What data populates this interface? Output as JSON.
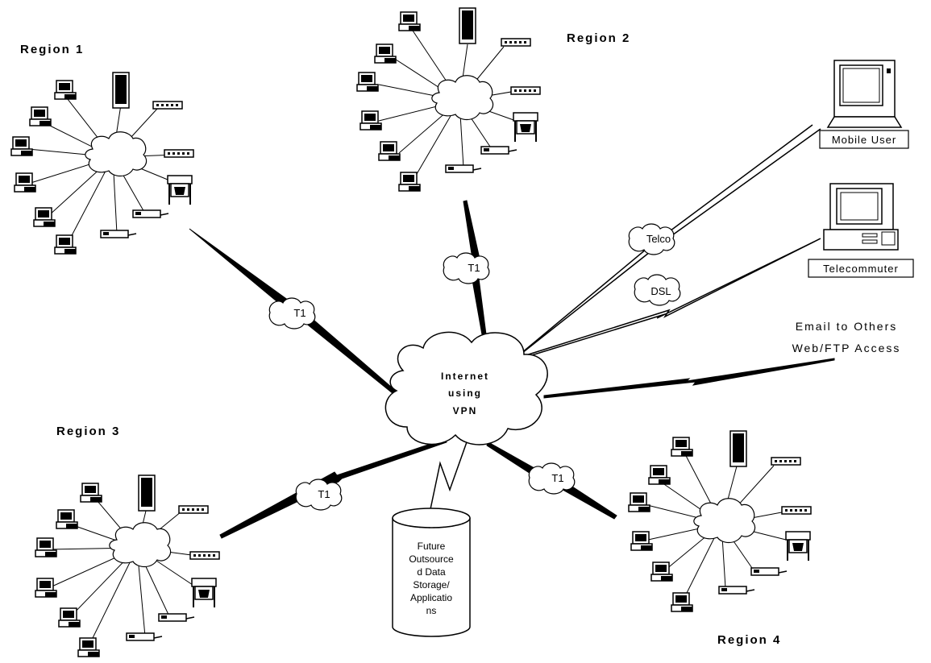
{
  "colors": {
    "ink": "#000000",
    "paper": "#ffffff"
  },
  "regions": {
    "r1": "Region 1",
    "r2": "Region 2",
    "r3": "Region 3",
    "r4": "Region 4"
  },
  "links": {
    "t1": "T1",
    "telco": "Telco",
    "dsl": "DSL"
  },
  "internet": {
    "lines": [
      "Internet",
      "using",
      "VPN"
    ]
  },
  "remote": {
    "mobile_user": "Mobile User",
    "telecommuter": "Telecommuter"
  },
  "external": {
    "email": "Email to Others",
    "web": "Web/FTP Access"
  },
  "storage": {
    "lines": [
      "Future",
      "Outsource",
      "d Data",
      "Storage/",
      "Applicatio",
      "ns"
    ]
  },
  "icons": [
    "computer-icon",
    "server-tower-icon",
    "hub-icon",
    "printer-icon",
    "plotter-icon",
    "laptop-icon",
    "desktop-workstation-icon",
    "cloud-icon",
    "lightning-link-icon",
    "storage-cylinder-icon"
  ]
}
